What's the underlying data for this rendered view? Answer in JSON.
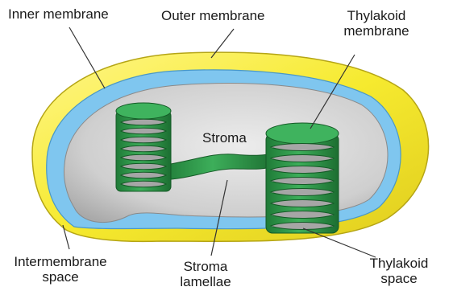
{
  "labels": {
    "inner_membrane": "Inner membrane",
    "outer_membrane": "Outer membrane",
    "thylakoid_membrane_line1": "Thylakoid",
    "thylakoid_membrane_line2": "membrane",
    "stroma": "Stroma",
    "intermembrane_space_line1": "Intermembrane",
    "intermembrane_space_line2": "space",
    "stroma_lamellae_line1": "Stroma",
    "stroma_lamellae_line2": "lamellae",
    "thylakoid_space_line1": "Thylakoid",
    "thylakoid_space_line2": "space"
  },
  "colors": {
    "outer_membrane": "#f7ee3a",
    "inner_membrane": "#7fc6ef",
    "stroma": "#c9c9c9",
    "thylakoid": "#2f9b4c",
    "thylakoid_dark": "#15602b",
    "leader_line": "#333333"
  }
}
